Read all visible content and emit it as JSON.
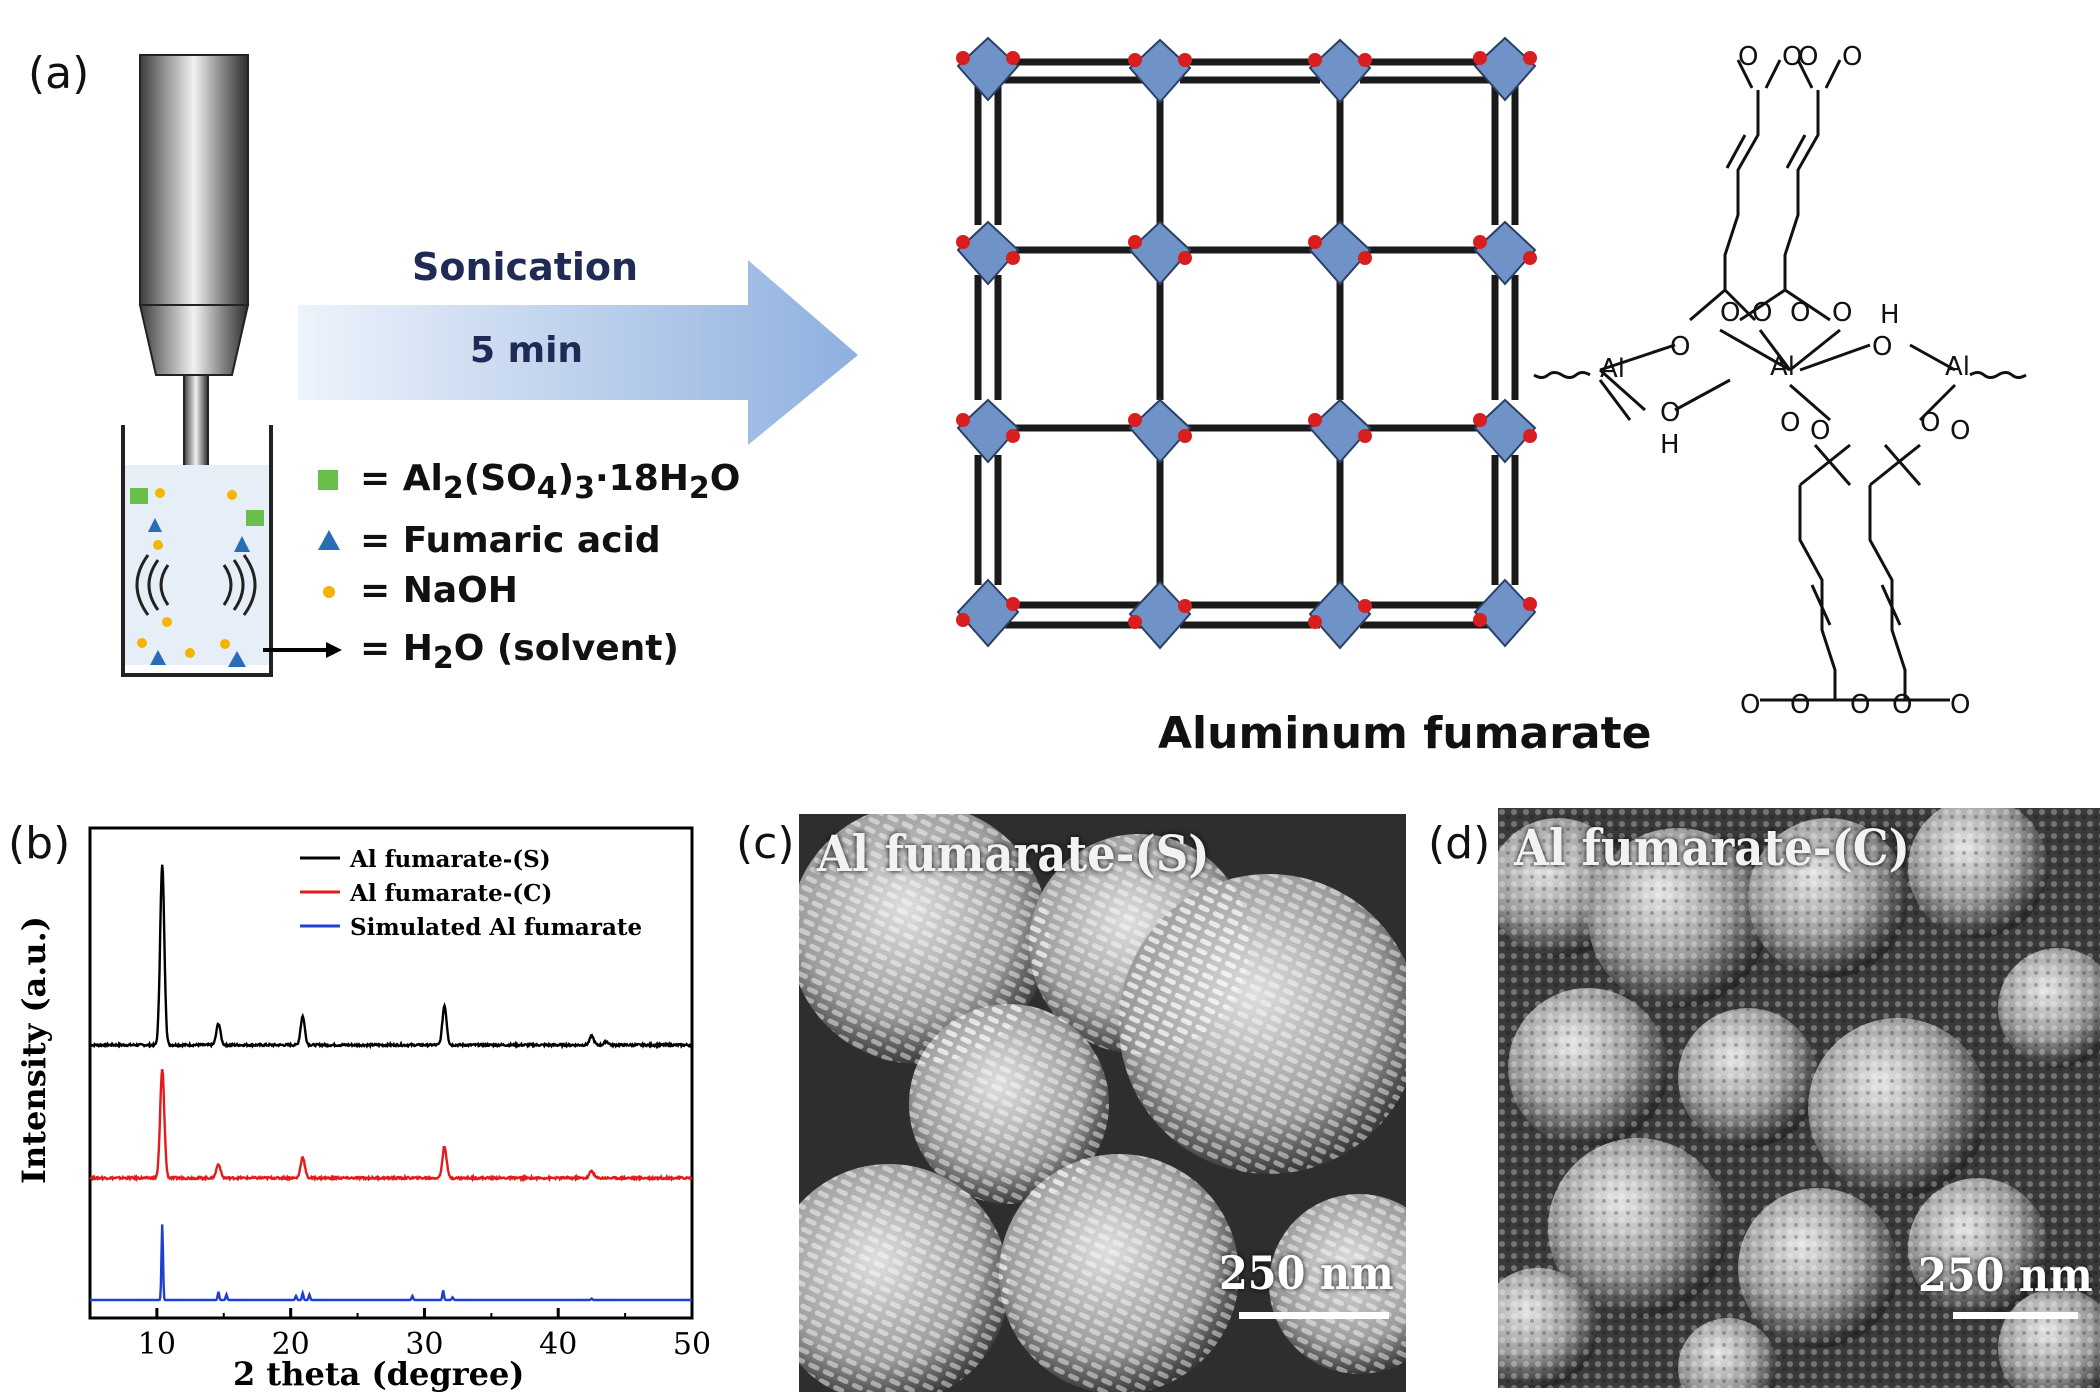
{
  "panels": {
    "a": "(a)",
    "b": "(b)",
    "c": "(c)",
    "d": "(d)"
  },
  "process": {
    "arrow_line1": "Sonication",
    "arrow_line2": "5 min",
    "legend": [
      {
        "symbol": "green-square",
        "color": "#6abf4b",
        "prefix": "= Al",
        "sub1": "2",
        "mid": "(SO",
        "sub2": "4",
        "mid2": ")",
        "sub3": "3",
        "suffix": "·18H",
        "sub4": "2",
        "end": "O"
      },
      {
        "symbol": "blue-triangle",
        "color": "#2a6cb5",
        "text": "= Fumaric acid"
      },
      {
        "symbol": "yellow-dot",
        "color": "#f4b400",
        "text": "= NaOH"
      },
      {
        "symbol": "arrow",
        "prefix": "= H",
        "sub": "2",
        "suffix": "O (solvent)"
      }
    ]
  },
  "structure": {
    "title": "Aluminum fumarate",
    "atoms": {
      "Al": "Al",
      "O": "O",
      "H": "H"
    }
  },
  "chart_data": {
    "type": "line",
    "xlabel": "2 theta (degree)",
    "ylabel": "Intensity (a.u.)",
    "xlim": [
      5,
      50
    ],
    "xticks": [
      10,
      20,
      30,
      40,
      50
    ],
    "yticks": "none",
    "legend_position": "top-right",
    "series": [
      {
        "name": "Al fumarate-(S)",
        "color": "#000000",
        "peaks": [
          [
            10.4,
            1.0
          ],
          [
            14.6,
            0.12
          ],
          [
            20.9,
            0.16
          ],
          [
            31.5,
            0.22
          ],
          [
            42.5,
            0.05
          ],
          [
            43.6,
            0.02
          ]
        ]
      },
      {
        "name": "Al fumarate-(C)",
        "color": "#e41a1c",
        "peaks": [
          [
            10.4,
            0.62
          ],
          [
            14.6,
            0.08
          ],
          [
            20.9,
            0.12
          ],
          [
            31.5,
            0.18
          ],
          [
            42.5,
            0.04
          ]
        ]
      },
      {
        "name": "Simulated Al fumarate",
        "color": "#1f3fd1",
        "peaks": [
          [
            10.4,
            0.55
          ],
          [
            14.6,
            0.06
          ],
          [
            15.2,
            0.04
          ],
          [
            20.4,
            0.03
          ],
          [
            20.9,
            0.05
          ],
          [
            21.4,
            0.04
          ],
          [
            29.1,
            0.03
          ],
          [
            31.4,
            0.07
          ],
          [
            32.1,
            0.02
          ],
          [
            42.5,
            0.01
          ]
        ]
      }
    ]
  },
  "sem": {
    "c": {
      "title": "Al fumarate-(S)",
      "scale": "250 nm"
    },
    "d": {
      "title": "Al fumarate-(C)",
      "scale": "250 nm"
    }
  }
}
